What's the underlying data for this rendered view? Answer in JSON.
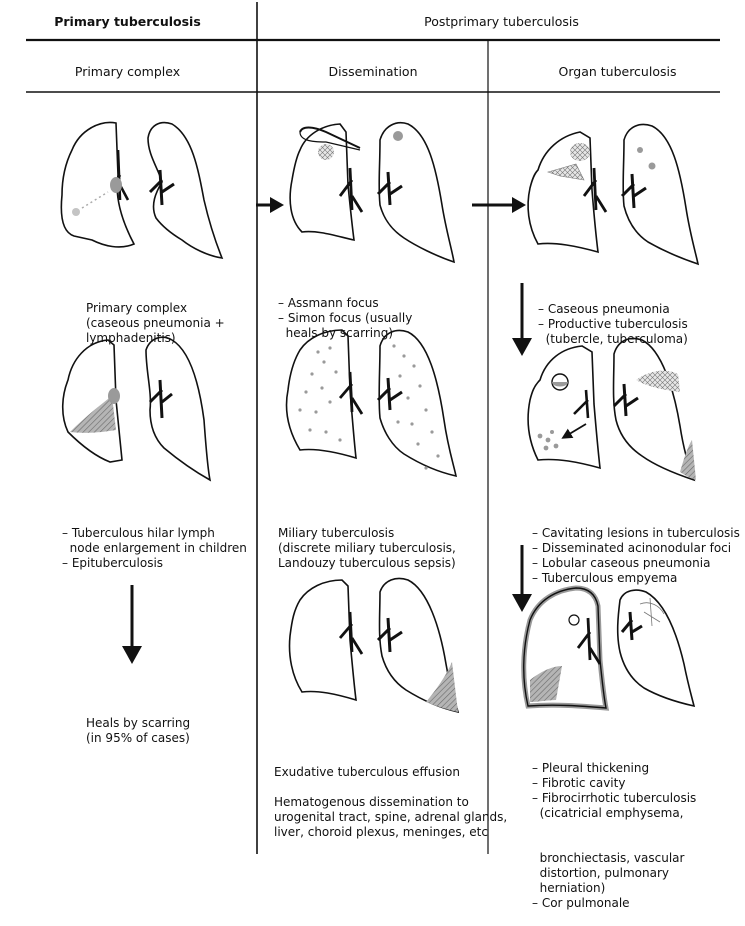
{
  "headers": {
    "primary": "Primary tuberculosis",
    "postprimary": "Postprimary tuberculosis",
    "col1": "Primary complex",
    "col2": "Dissemination",
    "col3": "Organ tuberculosis"
  },
  "captions": {
    "c1a": [
      "Primary complex",
      "(caseous pneumonia +",
      "lymphadenitis)"
    ],
    "c1b": [
      "– Tuberculous hilar lymph",
      "  node enlargement in children",
      "– Epituberculosis"
    ],
    "c1c": [
      "Heals by scarring",
      "(in 95% of cases)"
    ],
    "c2a": [
      "– Assmann focus",
      "– Simon focus (usually",
      "  heals by scarring)"
    ],
    "c2b": [
      "Miliary tuberculosis",
      "(discrete miliary tuberculosis,",
      "Landouzy tuberculous sepsis)"
    ],
    "c2c": [
      "Exudative tuberculous effusion"
    ],
    "c2d": [
      "Hematogenous dissemination to",
      "urogenital tract, spine, adrenal glands,",
      "liver, choroid plexus, meninges, etc"
    ],
    "c3a": [
      "– Caseous pneumonia",
      "– Productive tuberculosis",
      "  (tubercle, tuberculoma)"
    ],
    "c3b": [
      "– Cavitating lesions in tuberculosis",
      "– Disseminated acinonodular foci",
      "– Lobular caseous pneumonia",
      "– Tuberculous empyema"
    ],
    "c3c": [
      "– Pleural thickening",
      "– Fibrotic cavity",
      "– Fibrocirrhotic tuberculosis",
      "  (cicatricial emphysema,",
      "  bronchiectasis, vascular",
      "  distortion, pulmonary",
      "  herniation)",
      "– Cor pulmonale"
    ]
  },
  "colors": {
    "line": "#111111",
    "lesion": "#9a9a9a",
    "lesion_light": "#c4c4c4"
  }
}
